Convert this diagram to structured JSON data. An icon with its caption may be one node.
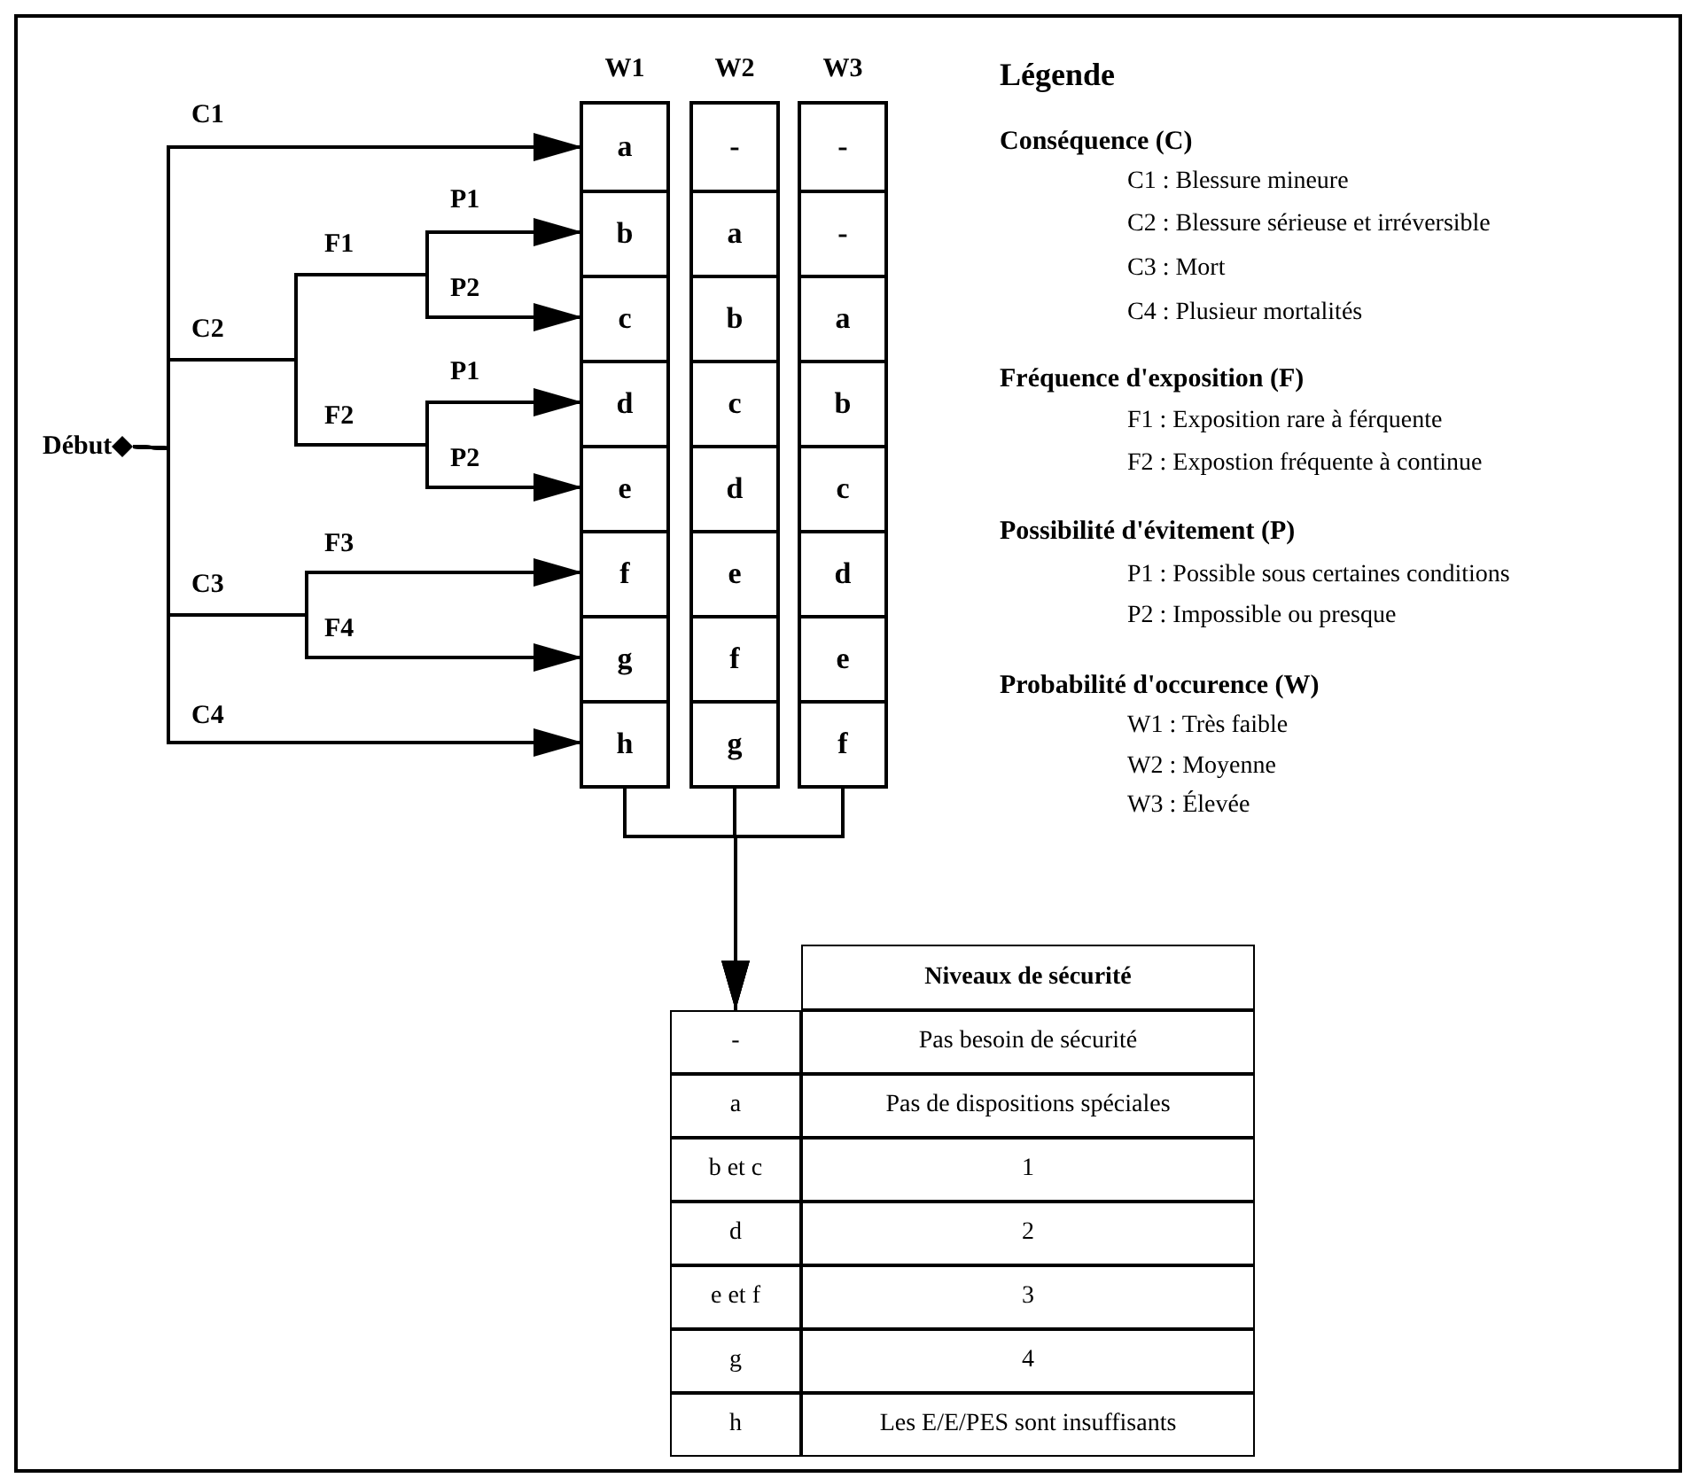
{
  "diagram": {
    "nodes": [
      {
        "text": [
          "Début"
        ]
      },
      {
        "text": [
          "W1"
        ]
      },
      {
        "text": [
          "a"
        ],
        "in": 1
      },
      {
        "text": [
          "b"
        ],
        "in": 1
      },
      {
        "text": [
          "c"
        ],
        "in": 1
      },
      {
        "text": [
          "d"
        ],
        "in": 1
      },
      {
        "text": [
          "e"
        ],
        "in": 1
      },
      {
        "text": [
          "f"
        ],
        "in": 1
      },
      {
        "text": [
          "g"
        ],
        "in": 1
      },
      {
        "text": [
          "h"
        ],
        "in": 1
      },
      {
        "text": [
          "W2"
        ]
      },
      {
        "text": [
          "-"
        ],
        "in": 10
      },
      {
        "text": [
          "a"
        ],
        "in": 10
      },
      {
        "text": [
          "b"
        ],
        "in": 10
      },
      {
        "text": [
          "c"
        ],
        "in": 10
      },
      {
        "text": [
          "d"
        ],
        "in": 10
      },
      {
        "text": [
          "e"
        ],
        "in": 10
      },
      {
        "text": [
          "f"
        ],
        "in": 10
      },
      {
        "text": [
          "g"
        ],
        "in": 10
      },
      {
        "text": [
          "W3"
        ]
      },
      {
        "text": [
          "-"
        ],
        "in": 19
      },
      {
        "text": [
          "-"
        ],
        "in": 19
      },
      {
        "text": [
          "a"
        ],
        "in": 19
      },
      {
        "text": [
          "b"
        ],
        "in": 19
      },
      {
        "text": [
          "c"
        ],
        "in": 19
      },
      {
        "text": [
          "d"
        ],
        "in": 19
      },
      {
        "text": [
          "e"
        ],
        "in": 19
      },
      {
        "text": [
          "f"
        ],
        "in": 19
      },
      {
        "text": [
          "Niveaux de sécurité",
          "-",
          "Pas besoin de sécurité",
          "a",
          "Pas de dispositions spéciales",
          "b et c",
          "1",
          "d",
          "2",
          "e et f",
          "3",
          "g",
          "4",
          "h",
          "Les E/E/PES sont insuffisants"
        ]
      }
    ],
    "edges": [
      {
        "from": 0,
        "to": 2,
        "arrow": "to"
      },
      {
        "from": 0,
        "to": 3,
        "arrow": "to"
      },
      {
        "from": 0,
        "to": 4,
        "arrow": "to"
      },
      {
        "from": 0,
        "to": 5,
        "arrow": "to"
      },
      {
        "from": 0,
        "to": 6,
        "arrow": "to"
      },
      {
        "from": 0,
        "to": 7,
        "arrow": "to"
      },
      {
        "from": 0,
        "to": 8,
        "arrow": "to"
      },
      {
        "from": 0,
        "to": 9,
        "arrow": "to"
      },
      {
        "from": 1,
        "to": 28,
        "arrow": "to"
      },
      {
        "from": 10,
        "to": 28,
        "arrow": "to"
      },
      {
        "from": 19,
        "to": 28,
        "arrow": "to"
      }
    ],
    "labels": [
      "C1",
      "P1",
      "F1",
      "P2",
      "C2",
      "P1",
      "F2",
      "P2",
      "F3",
      "C3",
      "F4",
      "C4",
      "Légende",
      "Conséquence (C)",
      "C1 : Blessure mineure",
      "C2 : Blessure sérieuse et irréversible",
      "C3 : Mort",
      "C4 : Plusieur mortalités",
      "Fréquence d'exposition (F)",
      "F1 : Exposition rare à férquente",
      "F2 : Expostion fréquente à continue",
      "Possibilité d'évitement (P)",
      "P1 : Possible sous certaines conditions",
      "P2 : Impossible ou presque",
      "Probabilité d'occurence (W)",
      "W1 : Très faible",
      "W2 : Moyenne",
      "W3 : Élevée"
    ]
  }
}
